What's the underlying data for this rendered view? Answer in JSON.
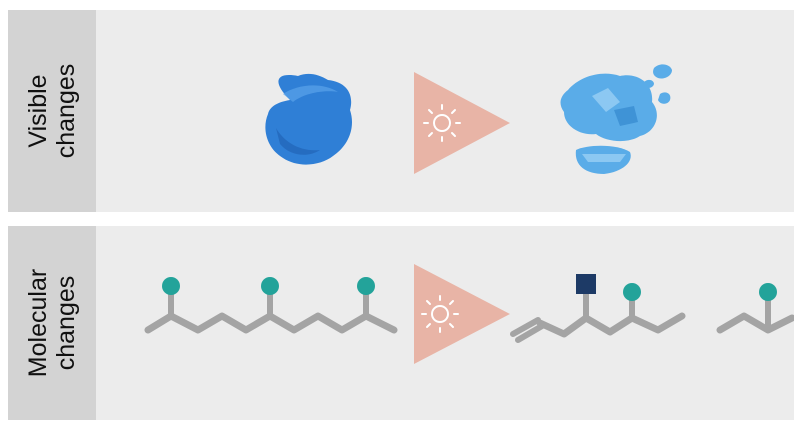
{
  "panels": {
    "visible": {
      "label_line1": "Visible",
      "label_line2": "changes"
    },
    "molecular": {
      "label_line1": "Molecular",
      "label_line2": "changes"
    }
  },
  "icons": {
    "arrow": "triangle-arrow-icon",
    "light": "sun-icon"
  },
  "colors": {
    "panel_bg": "#ececec",
    "label_bg": "#d3d3d3",
    "arrow": "#e8b4a6",
    "sun": "#ffffff",
    "intact_blob": "#2f7fd6",
    "fragments": "#5aace8",
    "chain": "#a4a4a4",
    "side_group": "#23a39a",
    "new_group": "#1d3a66"
  }
}
